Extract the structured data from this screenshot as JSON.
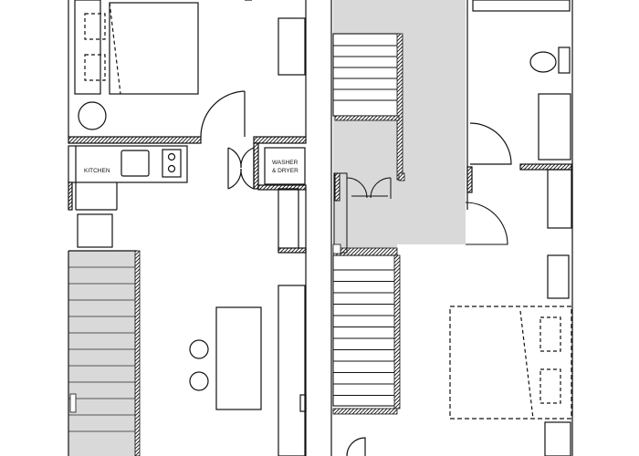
{
  "labels": {
    "kitchen": "KITCHEN",
    "washer_line1": "WASHER",
    "washer_line2": "& DRYER"
  },
  "colors": {
    "line": "#111111",
    "stair_fill": "#d9d9d9",
    "background": "#ffffff"
  }
}
